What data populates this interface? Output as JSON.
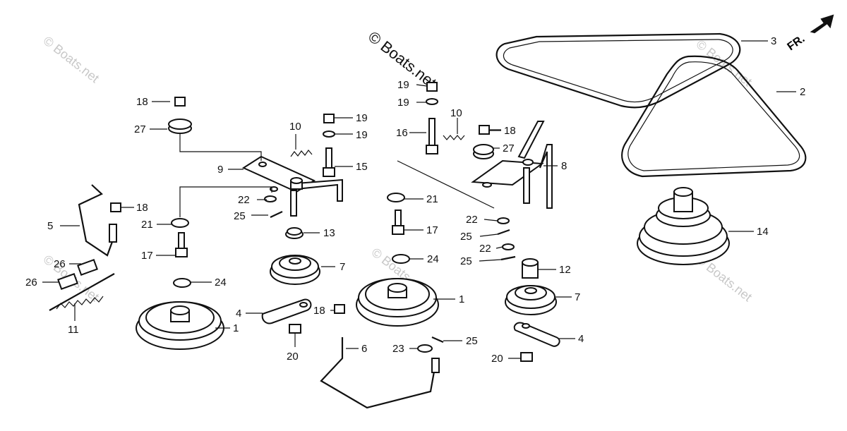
{
  "copyright": "© Boats.net",
  "watermark": "© Boats.net",
  "front_indicator": "FR.",
  "callouts": {
    "c1a": "1",
    "c1b": "1",
    "c2": "2",
    "c3": "3",
    "c4a": "4",
    "c4b": "4",
    "c5": "5",
    "c6": "6",
    "c7a": "7",
    "c7b": "7",
    "c8": "8",
    "c9": "9",
    "c10a": "10",
    "c10b": "10",
    "c11": "11",
    "c12": "12",
    "c13": "13",
    "c14": "14",
    "c15": "15",
    "c16": "16",
    "c17a": "17",
    "c17b": "17",
    "c18a": "18",
    "c18b": "18",
    "c18c": "18",
    "c18d": "18",
    "c19a": "19",
    "c19b": "19",
    "c19c": "19",
    "c19d": "19",
    "c20a": "20",
    "c20b": "20",
    "c21a": "21",
    "c21b": "21",
    "c22a": "22",
    "c22b": "22",
    "c22c": "22",
    "c23": "23",
    "c24a": "24",
    "c24b": "24",
    "c25a": "25",
    "c25b": "25",
    "c25c": "25",
    "c25d": "25",
    "c26a": "26",
    "c26b": "26",
    "c27a": "27",
    "c27b": "27"
  }
}
